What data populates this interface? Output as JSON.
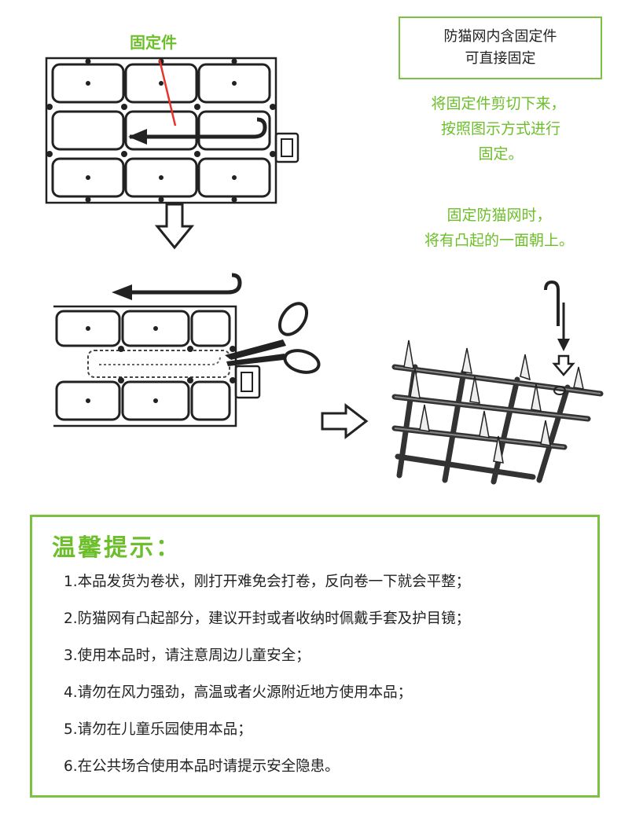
{
  "labels": {
    "fixing_part": "固定件"
  },
  "info_box": {
    "line1": "防猫网内含固定件",
    "line2": "可直接固定"
  },
  "instructions": {
    "cut": [
      "将固定件剪切下来，",
      "按照图示方式进行",
      "固定。"
    ],
    "side_up": [
      "固定防猫网时，",
      "将有凸起的一面朝上。"
    ]
  },
  "tips": {
    "title": "温馨提示：",
    "items": [
      "1.本品发货为卷状，刚打开难免会打卷，反向卷一下就会平整；",
      "2.防猫网有凸起部分，建议开封或者收纳时佩戴手套及护目镜；",
      "3.使用本品时，请注意周边儿童安全；",
      "4.请勿在风力强劲，高温或者火源附近地方使用本品；",
      "5.请勿在儿童乐园使用本品；",
      "6.在公共场合使用本品时请提示安全隐患。"
    ]
  },
  "colors": {
    "accent_green": "#7cc242",
    "text_green": "#6cbf2a",
    "ink": "#222222",
    "red_marker": "#e8332a"
  },
  "icons": [
    "mesh-grid-illustration",
    "hook-arrow-icon",
    "down-arrow-icon",
    "right-arrow-icon",
    "scissors-icon",
    "spiked-mesh-illustration"
  ]
}
